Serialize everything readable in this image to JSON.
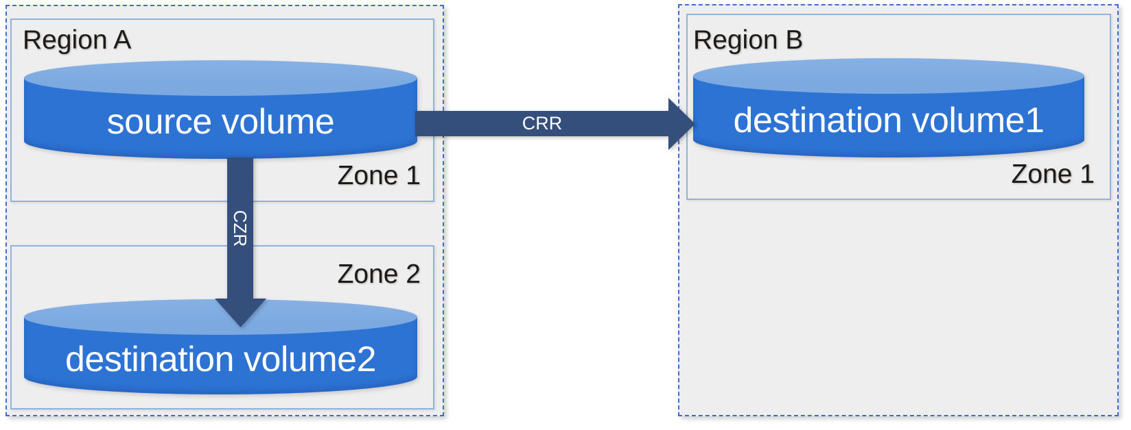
{
  "colors": {
    "cylinder_body": "#2d73d3",
    "cylinder_top": "#7ba9e0",
    "arrow": "#344f7b",
    "region_border": "#3e6cc8",
    "zone_border": "#92b1d9",
    "panel_fill": "#eeeeee",
    "label_text": "#1b1b1b",
    "volume_text": "#ffffff"
  },
  "regions": [
    {
      "label": "Region A",
      "zones": [
        {
          "label": "Zone 1",
          "volume": "source volume"
        },
        {
          "label": "Zone 2",
          "volume": "destination volume2"
        }
      ]
    },
    {
      "label": "Region B",
      "zones": [
        {
          "label": "Zone 1",
          "volume": "destination volume1"
        }
      ]
    }
  ],
  "arrows": [
    {
      "label": "CRR",
      "direction": "right",
      "from": "source volume",
      "to": "destination volume1"
    },
    {
      "label": "CZR",
      "direction": "down",
      "from": "source volume",
      "to": "destination volume2"
    }
  ]
}
